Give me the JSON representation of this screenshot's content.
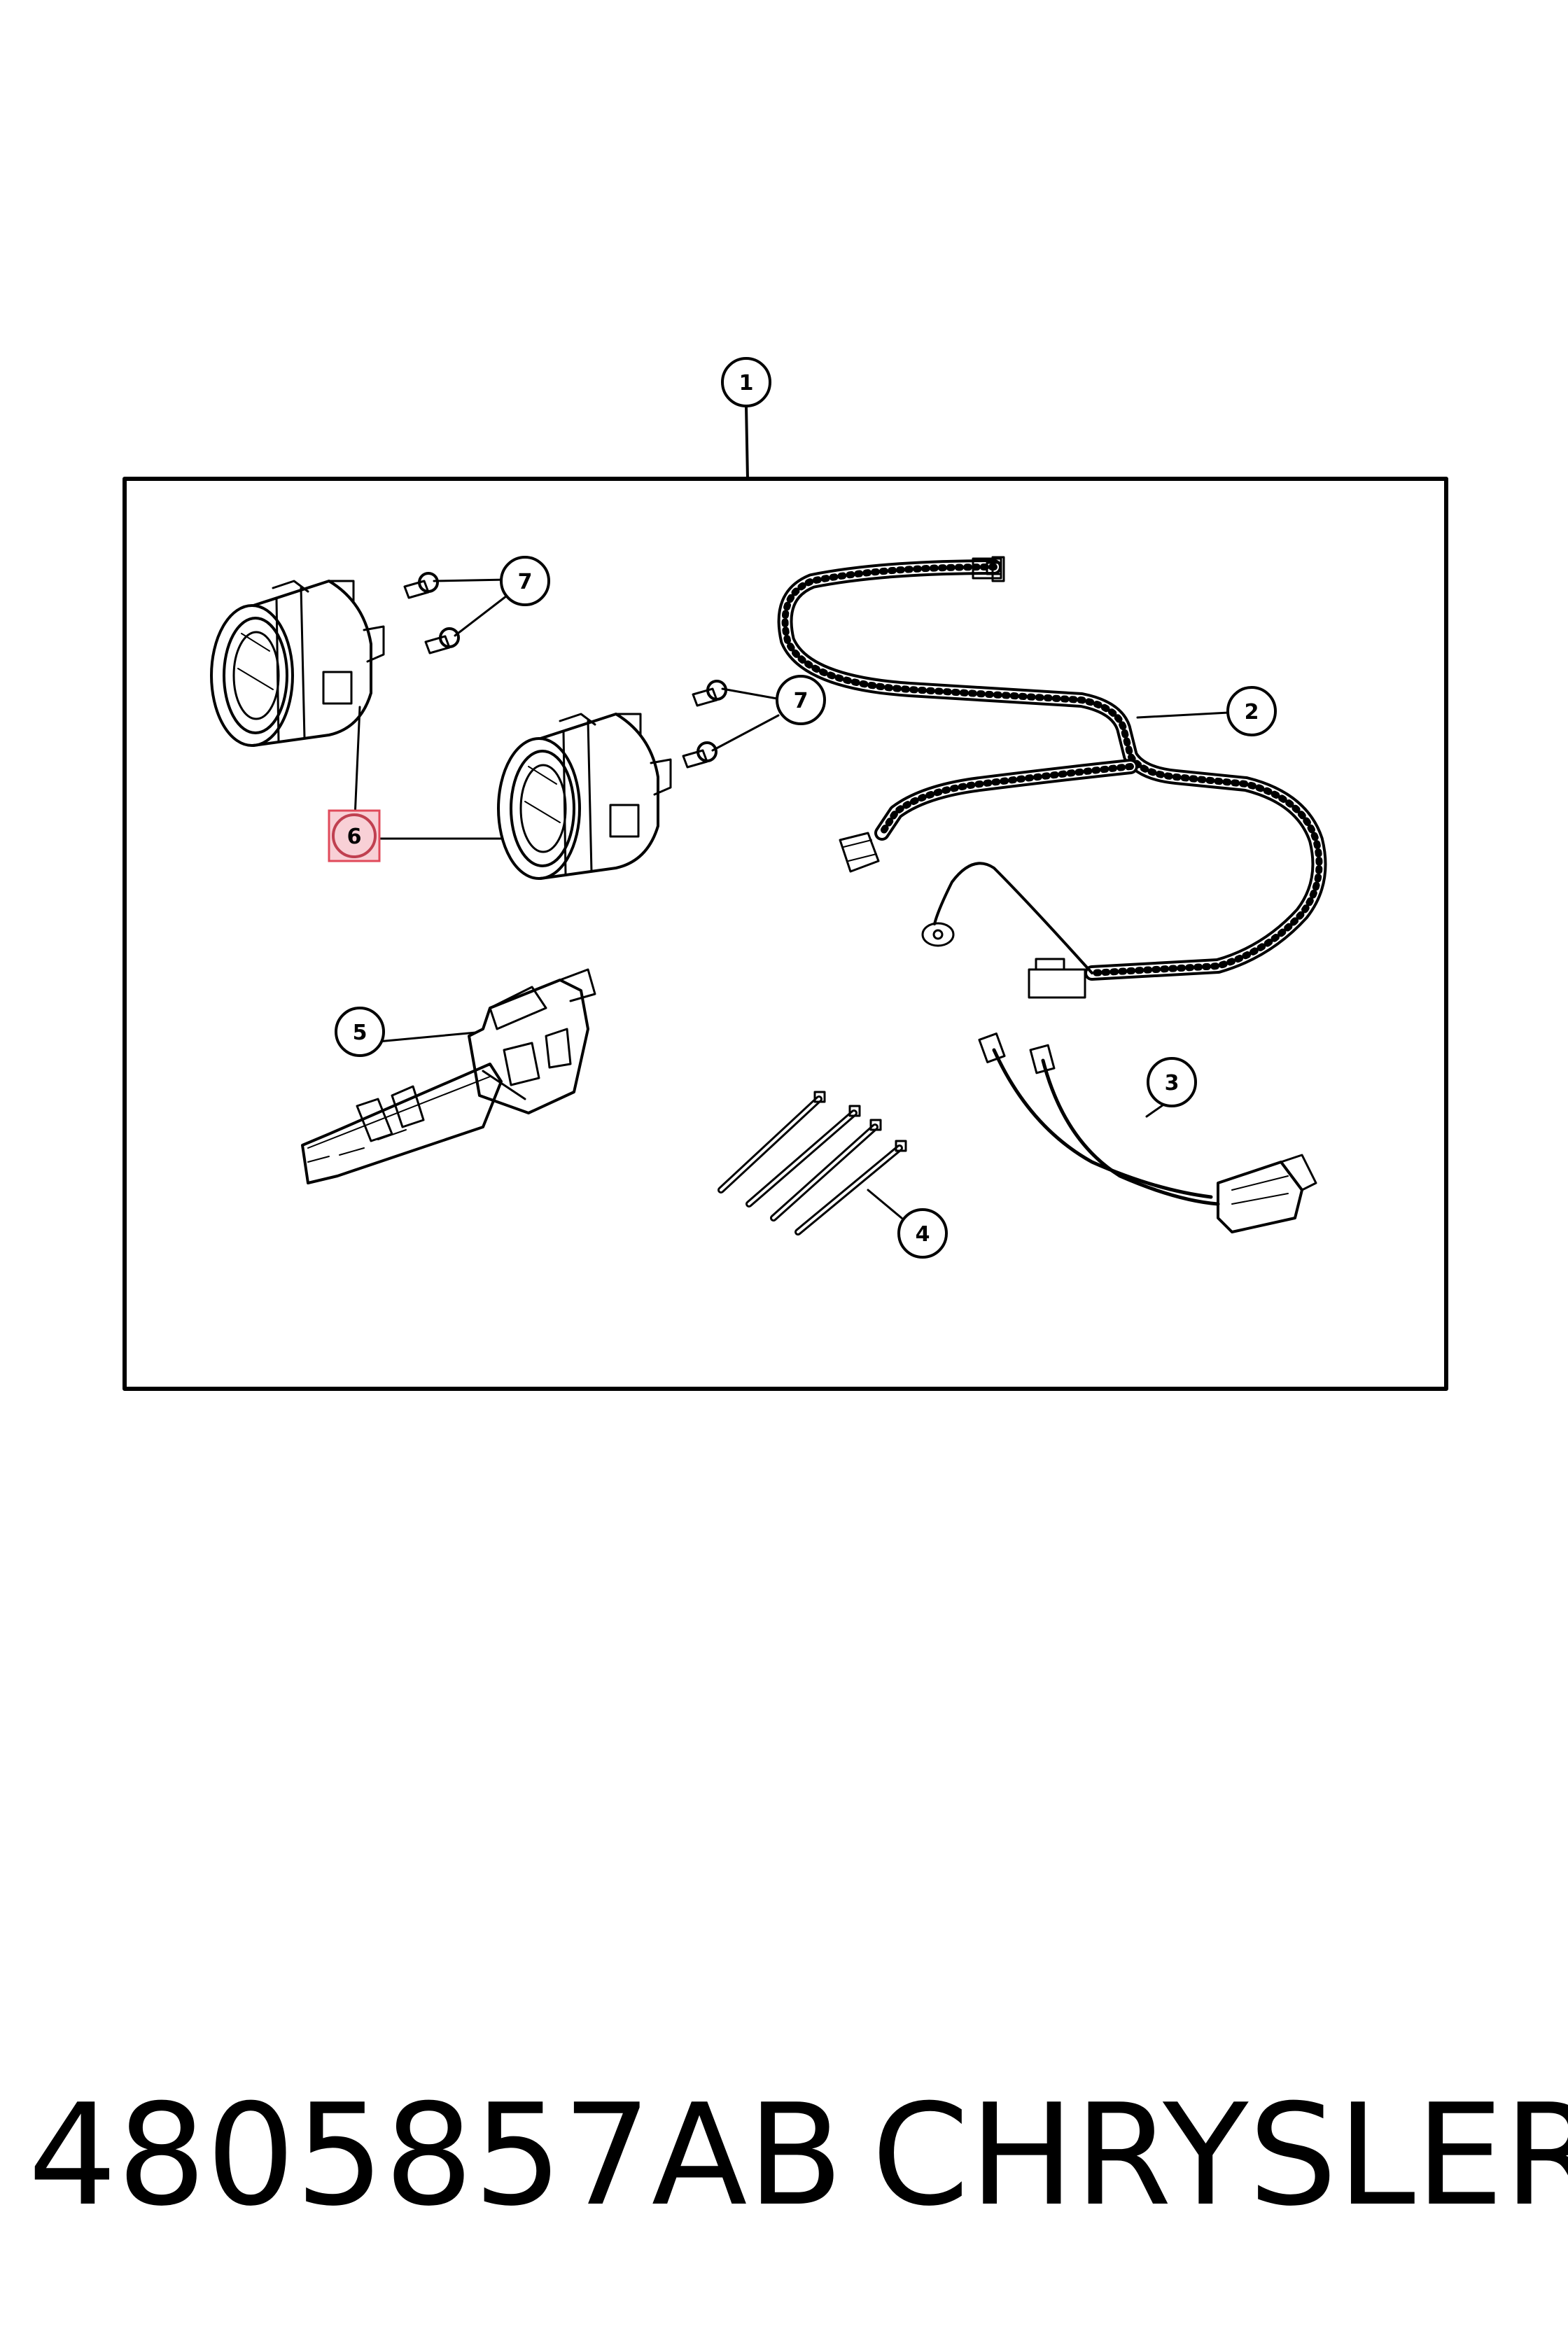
{
  "diagram": {
    "callouts": [
      {
        "id": "callout-1",
        "label": "1"
      },
      {
        "id": "callout-2",
        "label": "2"
      },
      {
        "id": "callout-3",
        "label": "3"
      },
      {
        "id": "callout-4",
        "label": "4"
      },
      {
        "id": "callout-5",
        "label": "5"
      },
      {
        "id": "callout-6",
        "label": "6"
      },
      {
        "id": "callout-7a",
        "label": "7"
      },
      {
        "id": "callout-7b",
        "label": "7"
      }
    ],
    "highlight_color": "#f8d0d6",
    "highlight_border": "#e04a5a"
  },
  "footer": {
    "part_number": "4805857AB",
    "brand": "CHRYSLER"
  }
}
